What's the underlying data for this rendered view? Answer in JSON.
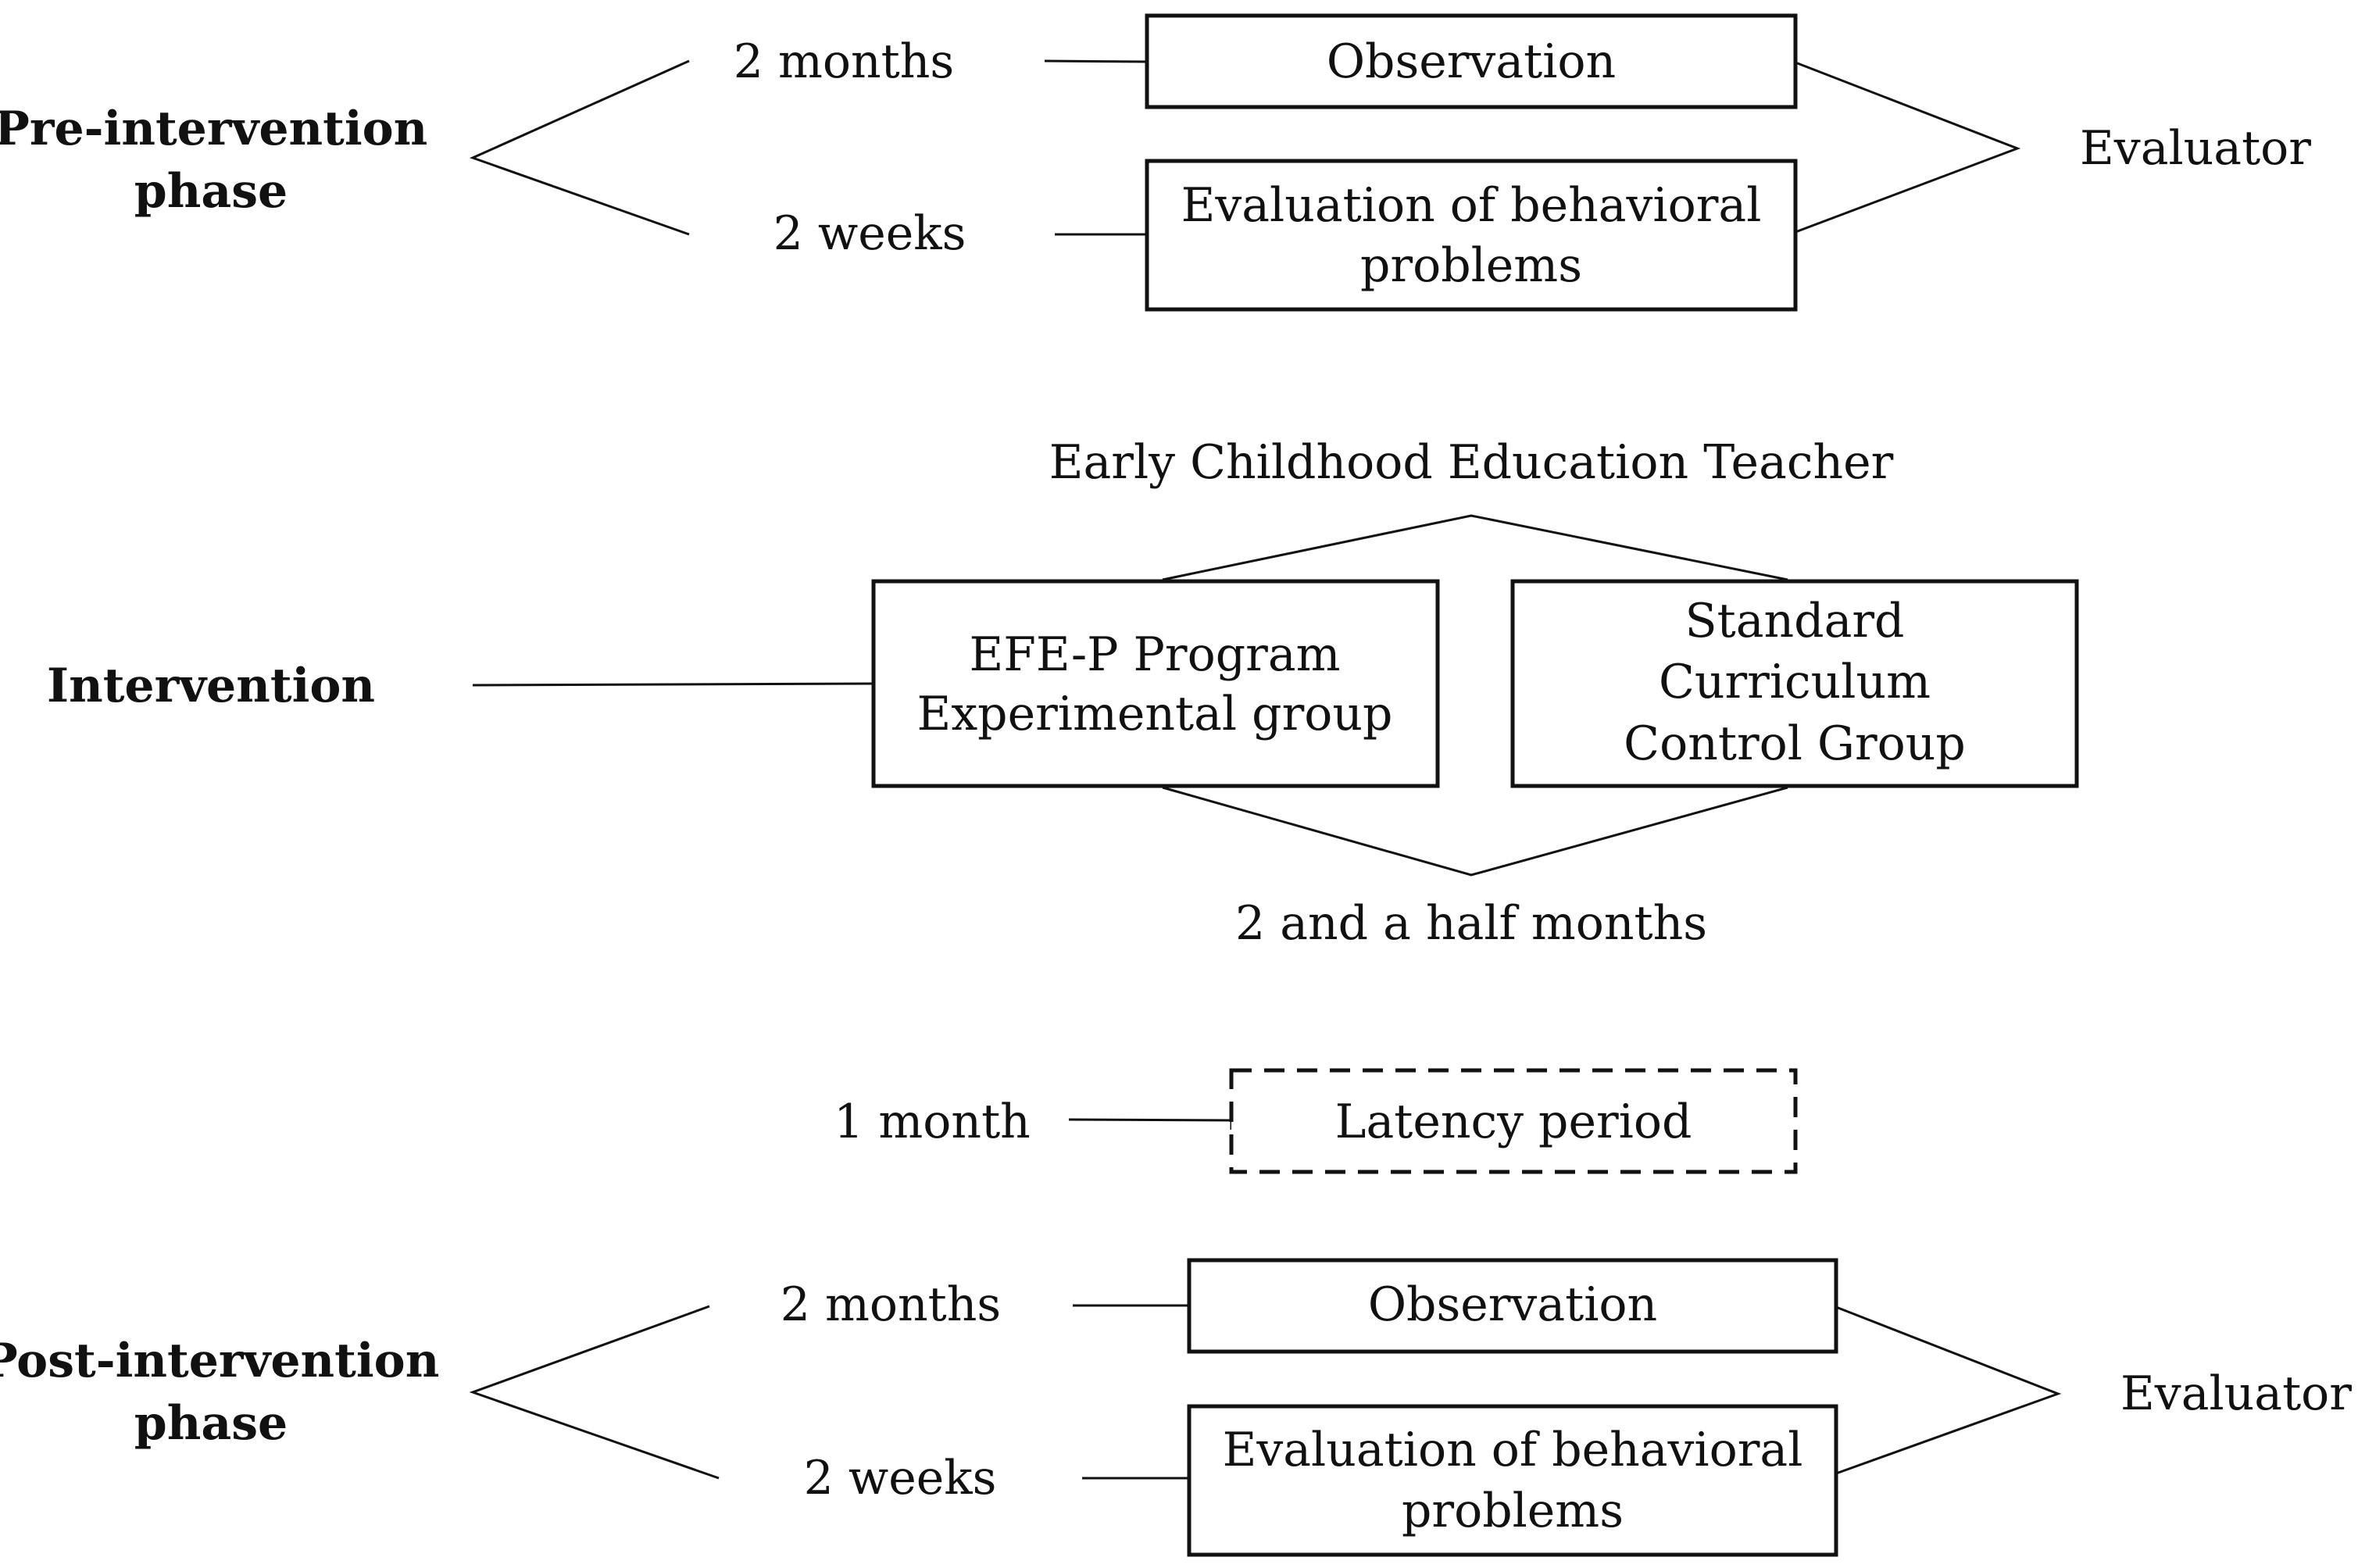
{
  "pre": {
    "phase_line1": "Pre-intervention",
    "phase_line2": "phase",
    "duration_observation": "2 months",
    "duration_evaluation": "2 weeks",
    "observation_box": "Observation",
    "evaluation_box_line1": "Evaluation of behavioral",
    "evaluation_box_line2": "problems",
    "evaluator": "Evaluator"
  },
  "intervention": {
    "phase": "Intervention",
    "teacher": "Early Childhood Education Teacher",
    "experimental_line1": "EFE-P Program",
    "experimental_line2": "Experimental group",
    "control_line1": "Standard",
    "control_line2": "Curriculum",
    "control_line3": "Control Group",
    "duration": "2 and a half months"
  },
  "latency": {
    "duration": "1 month",
    "box": "Latency period"
  },
  "post": {
    "phase_line1": "Post-intervention",
    "phase_line2": "phase",
    "duration_observation": "2 months",
    "duration_evaluation": "2 weeks",
    "observation_box": "Observation",
    "evaluation_box_line1": "Evaluation of behavioral",
    "evaluation_box_line2": "problems",
    "evaluator": "Evaluator"
  }
}
